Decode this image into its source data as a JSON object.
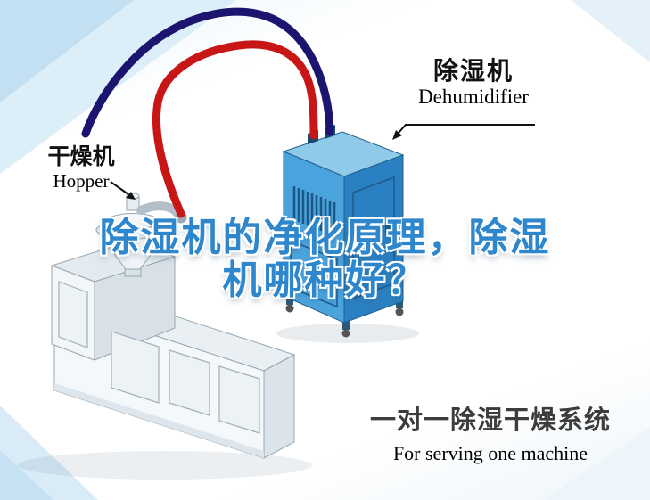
{
  "title": {
    "line1": "除湿机的净化原理，除湿",
    "line2": "机哪种好？"
  },
  "labels": {
    "dryer_cn": "干燥机",
    "dryer_en": "Hopper",
    "dehumidifier_cn": "除湿机",
    "dehumidifier_en": "Dehumidifier"
  },
  "caption": {
    "cn": "一对一除湿干燥系统",
    "en": "For serving one machine"
  },
  "colors": {
    "title_blue": "#2e86cc",
    "pipe_red": "#c81616",
    "pipe_navy": "#1b1570",
    "dehumidifier_front": "#4ba3dd",
    "dehumidifier_side": "#2b80c2",
    "dehumidifier_top": "#8fcbe9",
    "machine_body": "#f5f8fa"
  },
  "icons": {
    "arrow_to_hopper": "arrow-icon",
    "arrow_to_dehumidifier": "arrow-icon"
  }
}
